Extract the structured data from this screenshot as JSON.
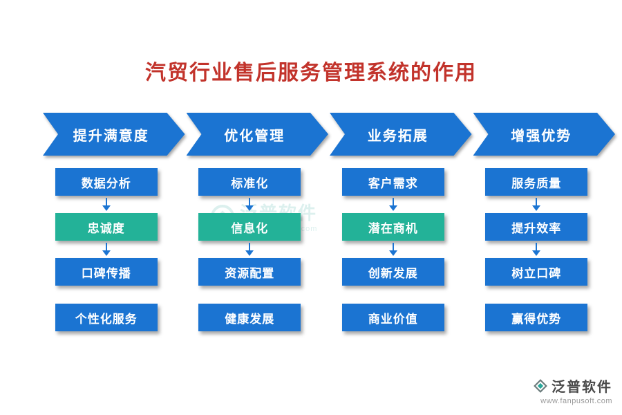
{
  "title": "汽贸行业售后服务管理系统的作用",
  "columns": [
    {
      "header": "提升满意度",
      "items": [
        {
          "label": "数据分析",
          "color": "blue"
        },
        {
          "label": "忠诚度",
          "color": "teal"
        },
        {
          "label": "口碑传播",
          "color": "blue"
        },
        {
          "label": "个性化服务",
          "color": "blue"
        }
      ]
    },
    {
      "header": "优化管理",
      "items": [
        {
          "label": "标准化",
          "color": "blue"
        },
        {
          "label": "信息化",
          "color": "teal"
        },
        {
          "label": "资源配置",
          "color": "blue"
        },
        {
          "label": "健康发展",
          "color": "blue"
        }
      ]
    },
    {
      "header": "业务拓展",
      "items": [
        {
          "label": "客户需求",
          "color": "blue"
        },
        {
          "label": "潜在商机",
          "color": "teal"
        },
        {
          "label": "创新发展",
          "color": "blue"
        },
        {
          "label": "商业价值",
          "color": "blue"
        }
      ]
    },
    {
      "header": "增强优势",
      "items": [
        {
          "label": "服务质量",
          "color": "blue"
        },
        {
          "label": "提升效率",
          "color": "blue"
        },
        {
          "label": "树立口碑",
          "color": "blue"
        },
        {
          "label": "赢得优势",
          "color": "blue"
        }
      ]
    }
  ],
  "watermark": {
    "brand": "泛普软件",
    "url": "www.fanpusoft.com"
  },
  "footer": {
    "brand": "泛普软件",
    "url": "www.fanpusoft.com"
  },
  "colors": {
    "blue": "#1b74d2",
    "teal": "#23b298",
    "title_red": "#c2332b"
  }
}
